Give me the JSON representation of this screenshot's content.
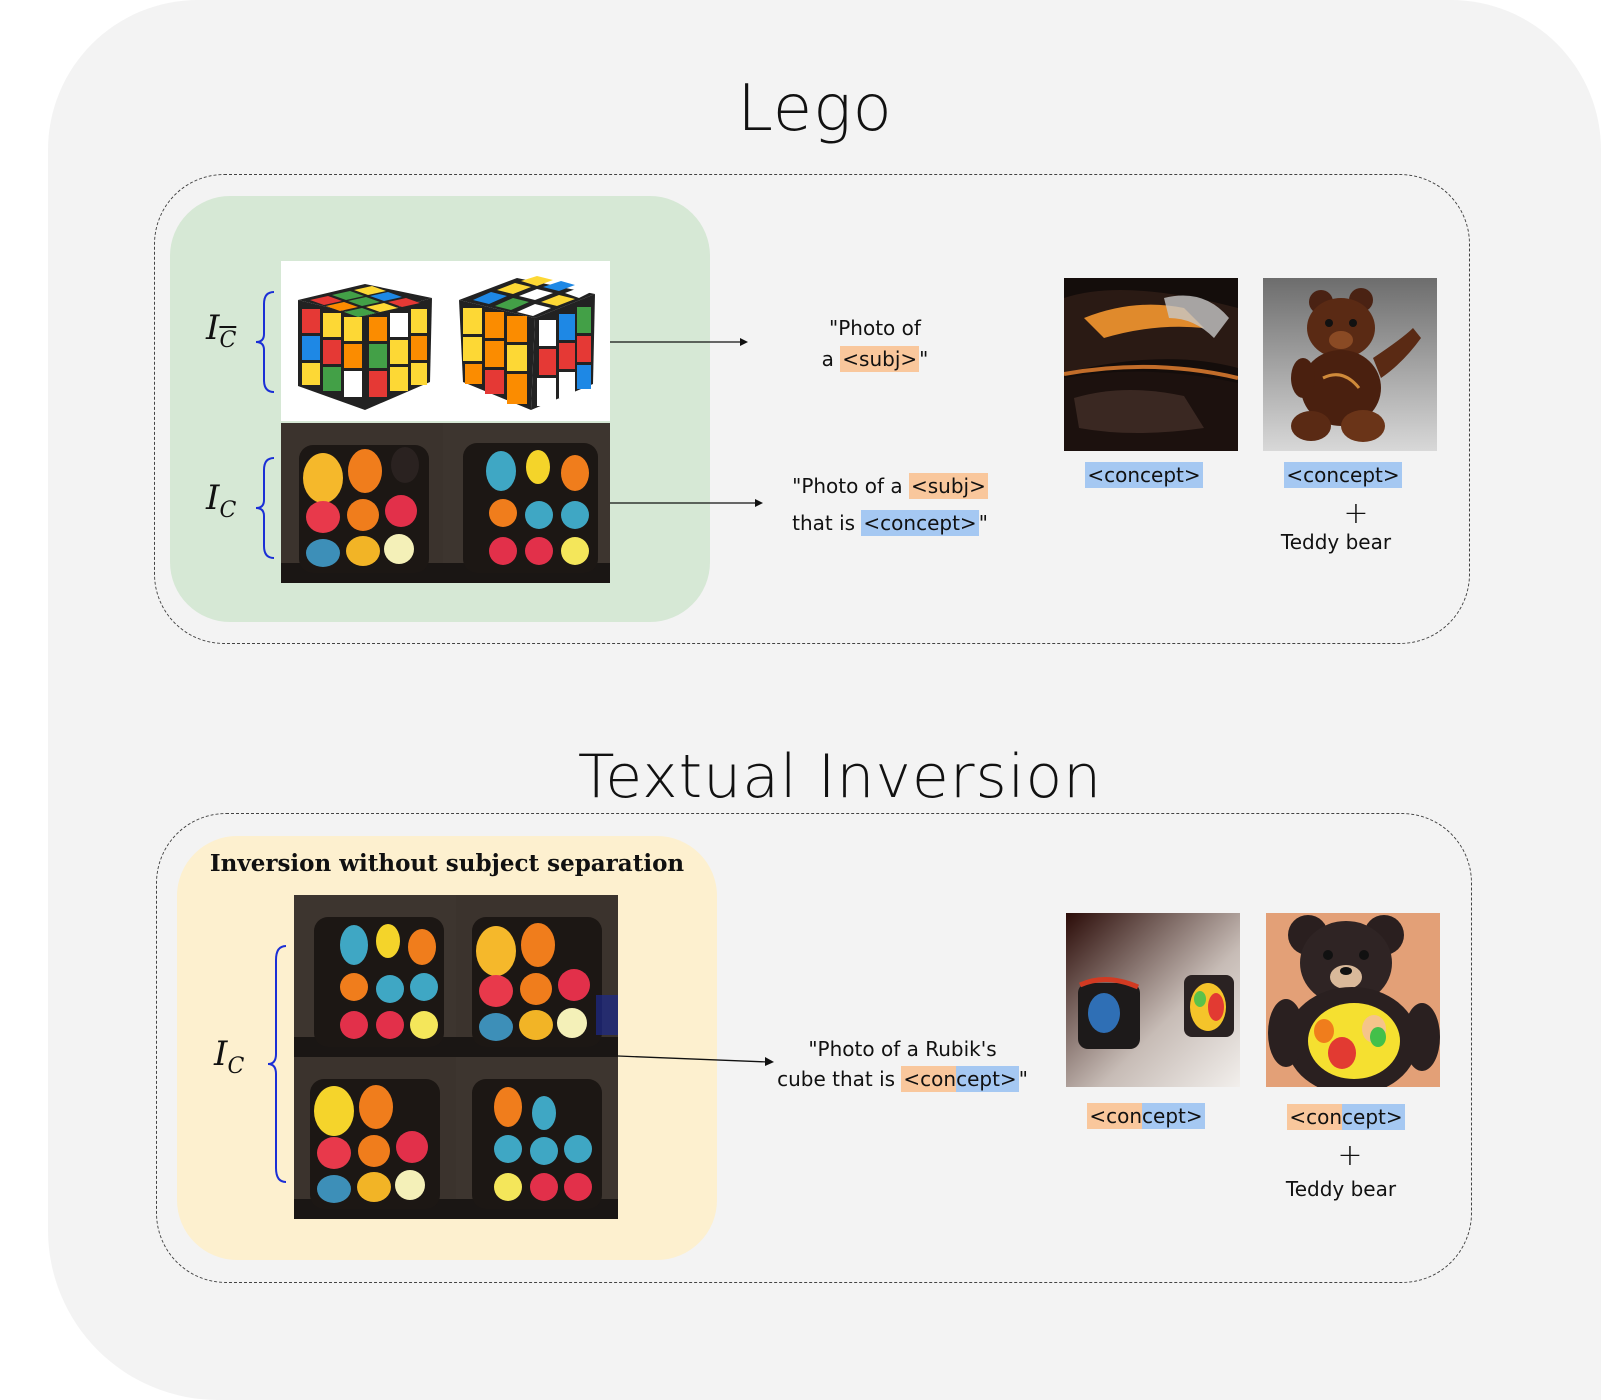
{
  "sections": {
    "lego": {
      "title": "Lego",
      "label_subject_set": "I",
      "label_subject_sub": "C",
      "label_concept_set": "I",
      "label_concept_sub": "C",
      "prompt_subject": {
        "part1": "\"Photo of",
        "part2": "a ",
        "token": "<subj>",
        "end": "\""
      },
      "prompt_concept": {
        "part1": "\"Photo of a ",
        "token_subj": "<subj>",
        "part2": "that is ",
        "token_concept": "<concept>",
        "end": "\""
      },
      "outputs": [
        {
          "caption_token": "<concept>",
          "plus": "",
          "extra": ""
        },
        {
          "caption_token": "<concept>",
          "plus": "+",
          "extra": "Teddy bear"
        }
      ]
    },
    "textual_inversion": {
      "title": "Textual Inversion",
      "panel_heading": "Inversion without subject separation",
      "label_set": "I",
      "label_sub": "C",
      "prompt": {
        "line1": "\"Photo of a Rubik's",
        "line2": "cube that is ",
        "token_a": "<con",
        "token_b": "cept>",
        "end": "\""
      },
      "outputs": [
        {
          "caption_a": "<con",
          "caption_b": "cept>",
          "plus": "",
          "extra": ""
        },
        {
          "caption_a": "<con",
          "caption_b": "cept>",
          "plus": "+",
          "extra": "Teddy bear"
        }
      ]
    }
  },
  "colors": {
    "background_card": "#f3f3f3",
    "green_panel": "#d6e8d5",
    "yellow_panel": "#fdf0cf",
    "subject_token": "#f9c79c",
    "concept_token": "#a5c8f2",
    "brace": "#1b2fd6"
  },
  "icons": {
    "subject_images": "rubiks-cube-photo",
    "concept_images": "glossy-candy-cube-photo",
    "lego_outputs": [
      "glossy-dark-texture-photo",
      "glossy-teddy-bear-photo"
    ],
    "ti_outputs": [
      "candy-cubes-photo",
      "black-teddy-bear-with-candy-photo"
    ]
  }
}
